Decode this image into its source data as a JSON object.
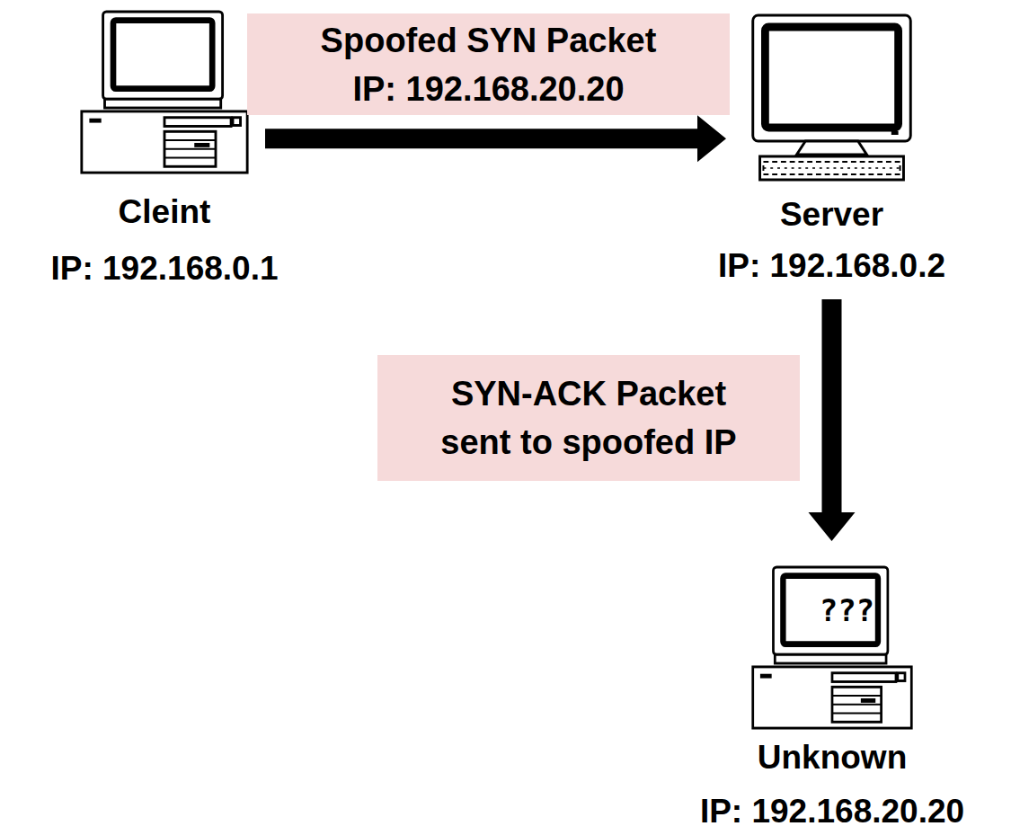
{
  "diagram": {
    "nodes": [
      {
        "text": [
          "Cleint",
          "IP: 192.168.0.1"
        ]
      },
      {
        "text": [
          "Server",
          "IP: 192.168.0.2"
        ]
      },
      {
        "text": [
          "???",
          "Unknown",
          "IP: 192.168.20.20"
        ]
      }
    ],
    "edges": [
      {
        "from": 0,
        "to": 1,
        "arrow": "to",
        "label": "Spoofed SYN Packet IP: 192.168.20.20"
      },
      {
        "from": 1,
        "to": 2,
        "arrow": "to",
        "label": "SYN-ACK Packet sent to spoofed IP"
      }
    ]
  }
}
